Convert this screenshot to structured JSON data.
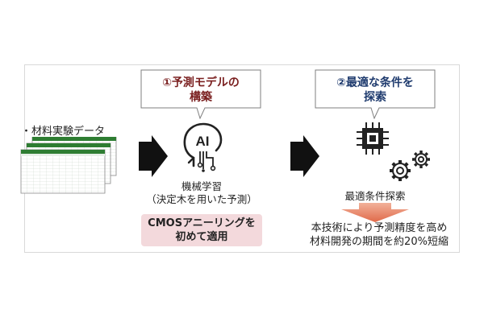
{
  "source": {
    "label": "・材料実験データ"
  },
  "step1": {
    "callout_line1": "①予測モデルの",
    "callout_line2": "構築",
    "ai_text": "AI",
    "caption_line1": "機械学習",
    "caption_line2": "（決定木を用いた予測）",
    "highlight_line1": "CMOSアニーリングを",
    "highlight_line2": "初めて適用"
  },
  "step2": {
    "callout_line1": "②最適な条件を",
    "callout_line2": "探索",
    "caption": "最適条件探索",
    "result_line1": "本技術により予測精度を高め",
    "result_line2": "材料開発の期間を約20%短縮"
  },
  "colors": {
    "arrow": "#111111",
    "step1_text": "#7a1f1f",
    "step2_text": "#1f3b6e",
    "highlight_bg": "#f3d9dc",
    "down_arrow": "#e06a4a"
  },
  "icons": [
    "spreadsheet-icon",
    "ai-head-icon",
    "chip-icon",
    "gears-icon"
  ]
}
